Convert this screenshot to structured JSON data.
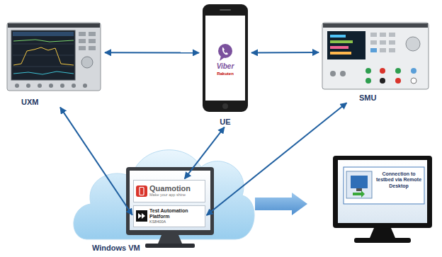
{
  "diagram": {
    "nodes": [
      {
        "text": [
          "UXM"
        ]
      },
      {
        "text": [
          "Viber",
          "Rakuten",
          "UE"
        ]
      },
      {
        "text": [
          "SMU"
        ]
      },
      {
        "text": [
          "Windows VM"
        ]
      },
      {
        "text": [
          "Quamotion",
          "Make your app shine"
        ],
        "in": 3
      },
      {
        "text": [
          "Test Automation Platform",
          "KS8400A"
        ],
        "in": 3
      },
      {
        "text": [
          "Connection to testbed via Remote Desktop"
        ]
      }
    ],
    "edges": [
      {
        "from": 0,
        "to": 1,
        "arrow": "both"
      },
      {
        "from": 1,
        "to": 2,
        "arrow": "both"
      },
      {
        "from": 0,
        "to": 5,
        "arrow": "both"
      },
      {
        "from": 1,
        "to": 4,
        "arrow": "both"
      },
      {
        "from": 2,
        "to": 5,
        "arrow": "both"
      },
      {
        "from": 3,
        "to": 6,
        "arrow": "to"
      }
    ]
  }
}
